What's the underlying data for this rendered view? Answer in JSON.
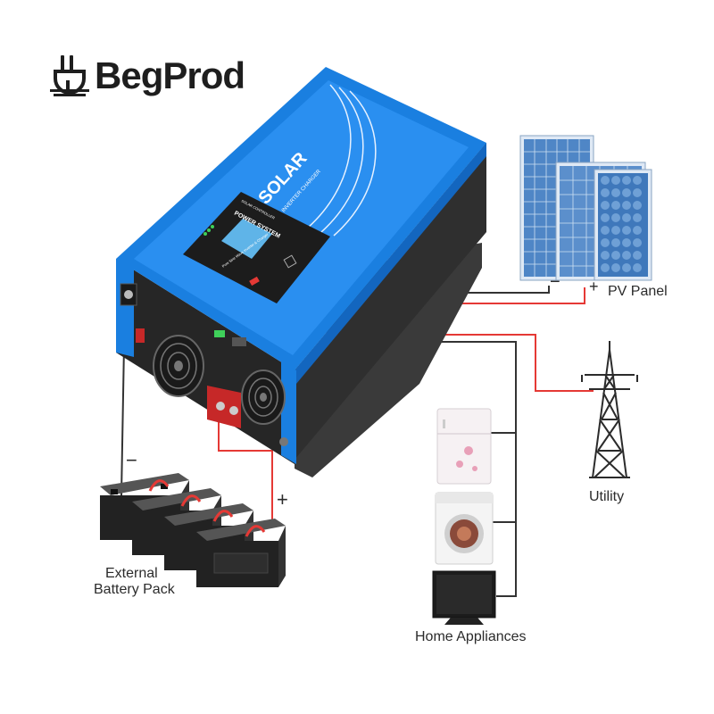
{
  "brand": {
    "name": "BegProd"
  },
  "inverter": {
    "title": "SOLAR",
    "subtitle": "INVERTER CHARGER",
    "panel_header": "POWER SYSTEM",
    "controller_label": "SOLAR CONTROLLER",
    "tagline": "Pure Sine Wave Inverter & Charger"
  },
  "labels": {
    "pv_panel": "PV Panel",
    "utility": "Utility",
    "home_appliances": "Home Appliances",
    "battery_line1": "External",
    "battery_line2": "Battery Pack",
    "pv_minus": "−",
    "pv_plus": "+",
    "bat_minus": "−",
    "bat_plus": "+"
  },
  "colors": {
    "wire_positive": "#e53935",
    "wire_negative": "#333333",
    "inverter_blue": "#1a7fe0",
    "inverter_body": "#2b2b2b"
  }
}
